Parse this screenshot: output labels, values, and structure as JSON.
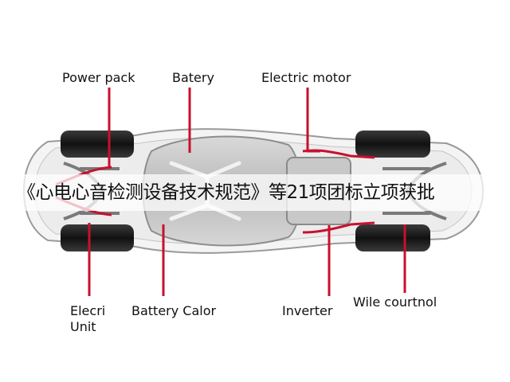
{
  "labels": {
    "power_pack": "Power pack",
    "battery_top": "Batery",
    "electric_motor": "Electric motor",
    "ecu_line1": "Elecri",
    "ecu_line2": "Unit",
    "battery_calor": "Battery Calor",
    "inverter": "Inverter",
    "wile_control": "Wile courtnol"
  },
  "banner": {
    "text": "《心电心音检测设备技术规范》等21项团标立项获批"
  },
  "colors": {
    "leader": "#c8102e",
    "body_outline": "#9a9a9a",
    "tire": "#1b1b1b"
  }
}
